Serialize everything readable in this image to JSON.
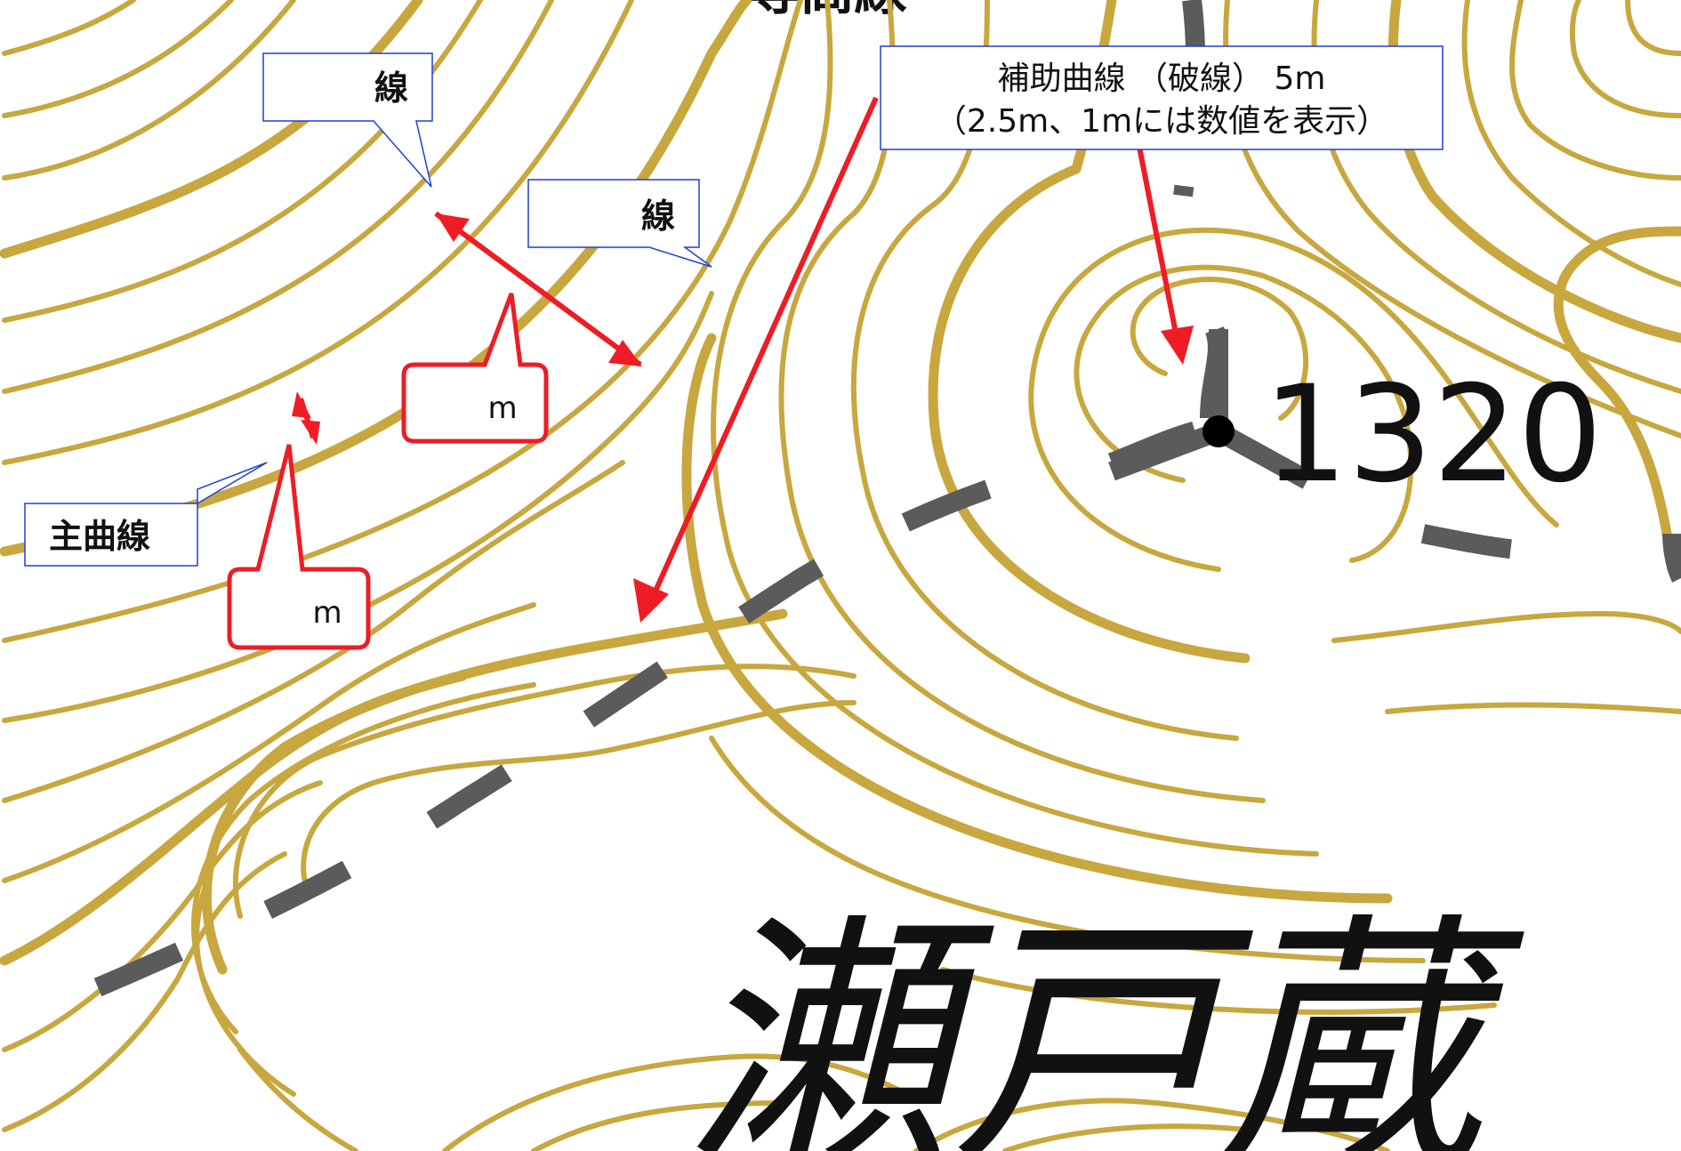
{
  "map": {
    "place_name": "瀬戸蔵",
    "elevation_label": "1320",
    "title_fragment": "等高線"
  },
  "callouts": {
    "supplementary": {
      "line1": "補助曲線 （破線） 5m",
      "line2": "（2.5m、1mには数値を表示）"
    },
    "line_top_left": "線",
    "line_top_mid": "線",
    "main_contour": "主曲線",
    "interval_upper": "m",
    "interval_lower": "m"
  },
  "colors": {
    "contour": "#c8a73e",
    "trail": "#5b5b5b",
    "arrow": "#ee1c25",
    "callout_border": "#1f3fd6"
  }
}
